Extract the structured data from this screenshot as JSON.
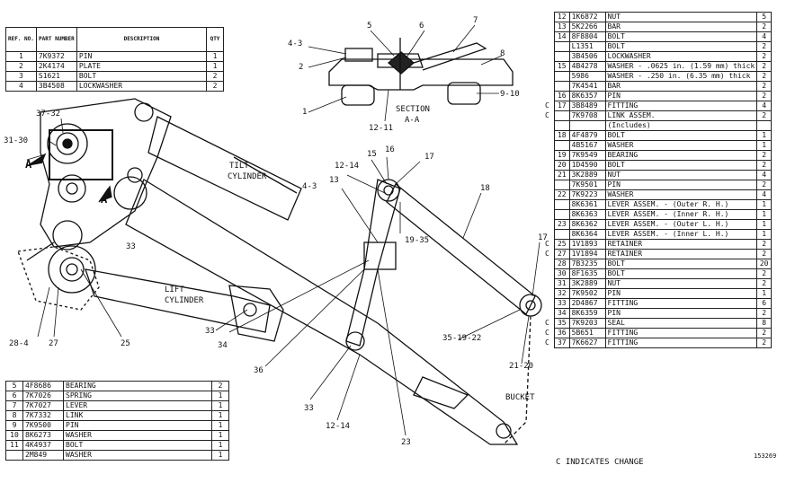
{
  "top_left_table": {
    "headers": [
      "REF. NO.",
      "PART NUMBER",
      "DESCRIPTION",
      "QTY"
    ],
    "rows": [
      {
        "ref": "1",
        "part": "7K9372",
        "desc": "PIN",
        "qty": "1"
      },
      {
        "ref": "2",
        "part": "2K4174",
        "desc": "PLATE",
        "qty": "1"
      },
      {
        "ref": "3",
        "part": "S1621",
        "desc": "BOLT",
        "qty": "2"
      },
      {
        "ref": "4",
        "part": "3B4508",
        "desc": "LOCKWASHER",
        "qty": "2"
      }
    ]
  },
  "bottom_left_table": {
    "rows": [
      {
        "ref": "5",
        "part": "4F8686",
        "desc": "BEARING",
        "qty": "2"
      },
      {
        "ref": "6",
        "part": "7K7026",
        "desc": "SPRING",
        "qty": "1"
      },
      {
        "ref": "7",
        "part": "7K7027",
        "desc": "LEVER",
        "qty": "1"
      },
      {
        "ref": "8",
        "part": "7K7332",
        "desc": "LINK",
        "qty": "1"
      },
      {
        "ref": "9",
        "part": "7K9500",
        "desc": "PIN",
        "qty": "1"
      },
      {
        "ref": "10",
        "part": "8K6273",
        "desc": "WASHER",
        "qty": "1"
      },
      {
        "ref": "11",
        "part": "4K4937",
        "desc": "BOLT",
        "qty": "1"
      },
      {
        "ref": "",
        "part": "2M849",
        "desc": "WASHER",
        "qty": "1"
      }
    ]
  },
  "right_table": {
    "rows": [
      {
        "c": "",
        "ref": "12",
        "part": "1K6872",
        "desc": "NUT",
        "qty": "5"
      },
      {
        "c": "",
        "ref": "13",
        "part": "5K2266",
        "desc": "BAR",
        "qty": "2"
      },
      {
        "c": "",
        "ref": "14",
        "part": "8F8804",
        "desc": "BOLT",
        "qty": "4"
      },
      {
        "c": "",
        "ref": "",
        "part": "L1351",
        "desc": "BOLT",
        "qty": "2"
      },
      {
        "c": "",
        "ref": "",
        "part": "3B4506",
        "desc": "LOCKWASHER",
        "qty": "2"
      },
      {
        "c": "",
        "ref": "15",
        "part": "4B4278",
        "desc": "WASHER - .0625 in. (1.59 mm) thick",
        "qty": "2"
      },
      {
        "c": "",
        "ref": "",
        "part": "5986",
        "desc": "WASHER - .250 in. (6.35 mm) thick",
        "qty": "2"
      },
      {
        "c": "",
        "ref": "",
        "part": "7K4541",
        "desc": "BAR",
        "qty": "2"
      },
      {
        "c": "",
        "ref": "16",
        "part": "8K6357",
        "desc": "PIN",
        "qty": "2"
      },
      {
        "c": "C",
        "ref": "17",
        "part": "3B8489",
        "desc": "FITTING",
        "qty": "4"
      },
      {
        "c": "C",
        "ref": "",
        "part": "7K9708",
        "desc": "LINK ASSEM.",
        "qty": "2"
      },
      {
        "c": "",
        "ref": "",
        "part": "",
        "desc": "(Includes)",
        "qty": ""
      },
      {
        "c": "",
        "ref": "18",
        "part": "4F4879",
        "desc": "BOLT",
        "qty": "1"
      },
      {
        "c": "",
        "ref": "",
        "part": "4B5167",
        "desc": "WASHER",
        "qty": "1"
      },
      {
        "c": "",
        "ref": "19",
        "part": "7K9549",
        "desc": "BEARING",
        "qty": "2"
      },
      {
        "c": "",
        "ref": "20",
        "part": "1D4590",
        "desc": "BOLT",
        "qty": "2"
      },
      {
        "c": "",
        "ref": "21",
        "part": "3K2889",
        "desc": "NUT",
        "qty": "4"
      },
      {
        "c": "",
        "ref": "",
        "part": "7K9501",
        "desc": "PIN",
        "qty": "2"
      },
      {
        "c": "",
        "ref": "22",
        "part": "7K9223",
        "desc": "WASHER",
        "qty": "4"
      },
      {
        "c": "",
        "ref": "",
        "part": "8K6361",
        "desc": "LEVER ASSEM. - (Outer R. H.)",
        "qty": "1"
      },
      {
        "c": "",
        "ref": "",
        "part": "8K6363",
        "desc": "LEVER ASSEM. - (Inner R. H.)",
        "qty": "1"
      },
      {
        "c": "",
        "ref": "23",
        "part": "8K6362",
        "desc": "LEVER ASSEM. - (Outer L. H.)",
        "qty": "1"
      },
      {
        "c": "",
        "ref": "",
        "part": "8K6364",
        "desc": "LEVER ASSEM. - (Inner L. H.)",
        "qty": "1"
      },
      {
        "c": "C",
        "ref": "25",
        "part": "1V1893",
        "desc": "RETAINER",
        "qty": "2"
      },
      {
        "c": "C",
        "ref": "27",
        "part": "1V1894",
        "desc": "RETAINER",
        "qty": "2"
      },
      {
        "c": "",
        "ref": "28",
        "part": "7B3235",
        "desc": "BOLT",
        "qty": "20"
      },
      {
        "c": "",
        "ref": "30",
        "part": "8F1635",
        "desc": "BOLT",
        "qty": "2"
      },
      {
        "c": "",
        "ref": "31",
        "part": "3K2889",
        "desc": "NUT",
        "qty": "2"
      },
      {
        "c": "",
        "ref": "32",
        "part": "7K9502",
        "desc": "PIN",
        "qty": "1"
      },
      {
        "c": "",
        "ref": "33",
        "part": "2D4867",
        "desc": "FITTING",
        "qty": "6"
      },
      {
        "c": "",
        "ref": "34",
        "part": "8K6359",
        "desc": "PIN",
        "qty": "2"
      },
      {
        "c": "C",
        "ref": "35",
        "part": "7K9203",
        "desc": "SEAL",
        "qty": "8"
      },
      {
        "c": "C",
        "ref": "36",
        "part": "5B651",
        "desc": "FITTING",
        "qty": "2"
      },
      {
        "c": "C",
        "ref": "37",
        "part": "7K6627",
        "desc": "FITTING",
        "qty": "2"
      }
    ]
  },
  "footnote": "C INDICATES CHANGE",
  "illustration_number": "153269",
  "captions": {
    "tilt_cylinder": [
      "TILT",
      "CYLINDER"
    ],
    "lift_cylinder": [
      "LIFT",
      "CYLINDER"
    ],
    "bucket": "BUCKET",
    "section": [
      "SECTION",
      "A-A"
    ],
    "section_arrow": "A"
  },
  "callouts": [
    {
      "id": "c1",
      "text": "1"
    },
    {
      "id": "c2",
      "text": "2"
    },
    {
      "id": "c3",
      "text": "4-3"
    },
    {
      "id": "c4",
      "text": "5"
    },
    {
      "id": "c5",
      "text": "6"
    },
    {
      "id": "c6",
      "text": "7"
    },
    {
      "id": "c7",
      "text": "8"
    },
    {
      "id": "c8",
      "text": "9-10"
    },
    {
      "id": "c9",
      "text": "12-11"
    },
    {
      "id": "c10",
      "text": "37-32"
    },
    {
      "id": "c11",
      "text": "31-30"
    },
    {
      "id": "c12",
      "text": "33"
    },
    {
      "id": "c13",
      "text": "12-14"
    },
    {
      "id": "c14",
      "text": "15"
    },
    {
      "id": "c15",
      "text": "16"
    },
    {
      "id": "c16",
      "text": "17"
    },
    {
      "id": "c17",
      "text": "4-3"
    },
    {
      "id": "c18",
      "text": "13"
    },
    {
      "id": "c19",
      "text": "18"
    },
    {
      "id": "c20",
      "text": "19-35"
    },
    {
      "id": "c21",
      "text": "17"
    },
    {
      "id": "c22",
      "text": "28-4"
    },
    {
      "id": "c23",
      "text": "27"
    },
    {
      "id": "c24",
      "text": "25"
    },
    {
      "id": "c25",
      "text": "33"
    },
    {
      "id": "c26",
      "text": "34"
    },
    {
      "id": "c27",
      "text": "36"
    },
    {
      "id": "c28",
      "text": "33"
    },
    {
      "id": "c29",
      "text": "12-14"
    },
    {
      "id": "c30",
      "text": "23"
    },
    {
      "id": "c31",
      "text": "35-19-22"
    },
    {
      "id": "c32",
      "text": "21-20"
    }
  ]
}
